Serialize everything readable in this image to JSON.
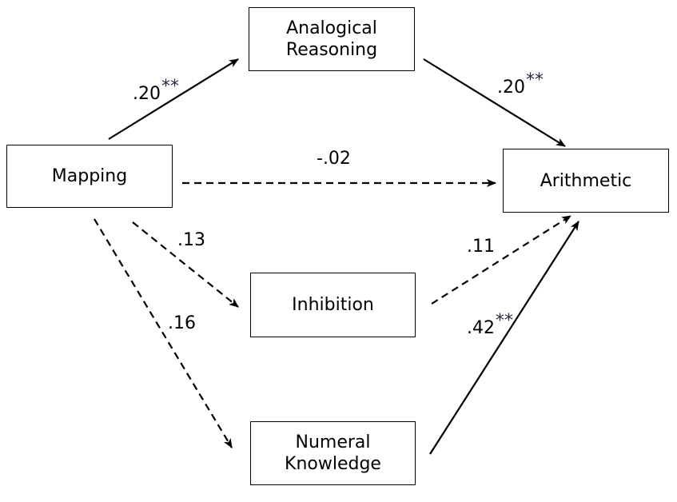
{
  "nodes": {
    "mapping": {
      "label": "Mapping"
    },
    "analogical": {
      "line1": "Analogical",
      "line2": "Reasoning"
    },
    "arithmetic": {
      "label": "Arithmetic"
    },
    "inhibition": {
      "label": "Inhibition"
    },
    "numeral": {
      "line1": "Numeral",
      "line2": "Knowledge"
    }
  },
  "paths": {
    "mapping_analogical": {
      "value": ".20",
      "sig": "**",
      "style": "solid"
    },
    "analogical_arithmetic": {
      "value": ".20",
      "sig": "**",
      "style": "solid"
    },
    "mapping_arithmetic": {
      "value": "-.02",
      "sig": "",
      "style": "dashed"
    },
    "mapping_inhibition": {
      "value": ".13",
      "sig": "",
      "style": "dashed"
    },
    "inhibition_arithmetic": {
      "value": ".11",
      "sig": "",
      "style": "dashed"
    },
    "mapping_numeral": {
      "value": ".16",
      "sig": "",
      "style": "dashed"
    },
    "numeral_arithmetic": {
      "value": ".42",
      "sig": "**",
      "style": "solid"
    }
  }
}
